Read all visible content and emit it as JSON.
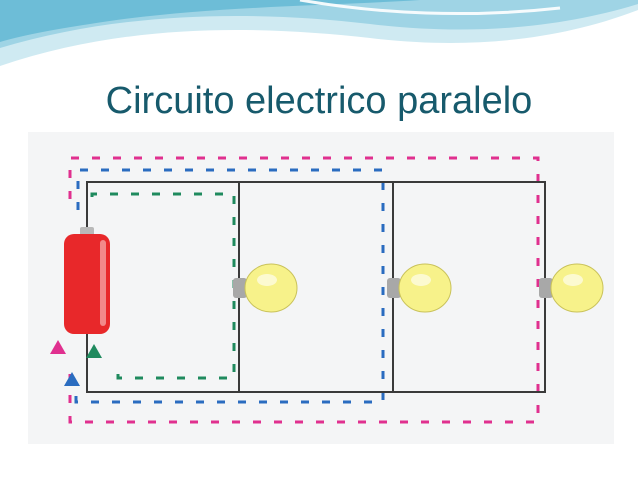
{
  "slide": {
    "title": "Circuito electrico paralelo"
  },
  "colors": {
    "title": "#175a6c",
    "header_light": "#cfeaf2",
    "header_mid": "#9fd4e5",
    "header_dark": "#5cb6d2",
    "panel": "#f4f5f6",
    "wire": "#3a3a3a",
    "path_magenta": "#e0308f",
    "path_blue": "#2a6cc0",
    "path_green": "#1f8a5e",
    "battery_body": "#e8282a",
    "battery_cap": "#b9b9b9",
    "bulb_glass": "#f7f28a",
    "bulb_base": "#a8a8a8"
  },
  "diagram": {
    "components": [
      {
        "type": "battery"
      },
      {
        "type": "bulb"
      },
      {
        "type": "bulb"
      },
      {
        "type": "bulb"
      }
    ],
    "current_paths": [
      "magenta",
      "blue",
      "green"
    ]
  }
}
